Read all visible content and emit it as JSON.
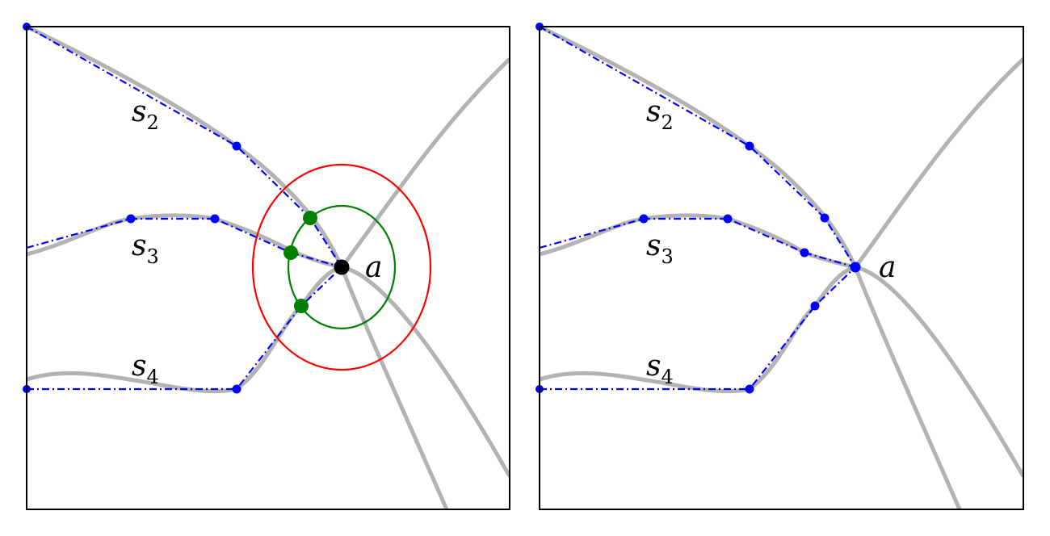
{
  "figure": {
    "panels": [
      {
        "id": "left",
        "labels": {
          "s2": {
            "base": "s",
            "sub": "2"
          },
          "s3": {
            "base": "s",
            "sub": "3"
          },
          "s4": {
            "base": "s",
            "sub": "4"
          },
          "a": "a"
        },
        "circles": [
          {
            "name": "outer",
            "color": "#ff0000"
          },
          {
            "name": "inner",
            "color": "#008000"
          }
        ],
        "point_colors": {
          "vertices": "#0000ff",
          "intersections": "#008000",
          "center": "#000000"
        }
      },
      {
        "id": "right",
        "labels": {
          "s2": {
            "base": "s",
            "sub": "2"
          },
          "s3": {
            "base": "s",
            "sub": "3"
          },
          "s4": {
            "base": "s",
            "sub": "4"
          },
          "a": "a"
        },
        "point_colors": {
          "vertices": "#0000ff",
          "center": "#0000ff"
        }
      }
    ],
    "colors": {
      "curve": "#b3b3b3",
      "polyline": "#0000ff",
      "frame": "#000000"
    }
  }
}
